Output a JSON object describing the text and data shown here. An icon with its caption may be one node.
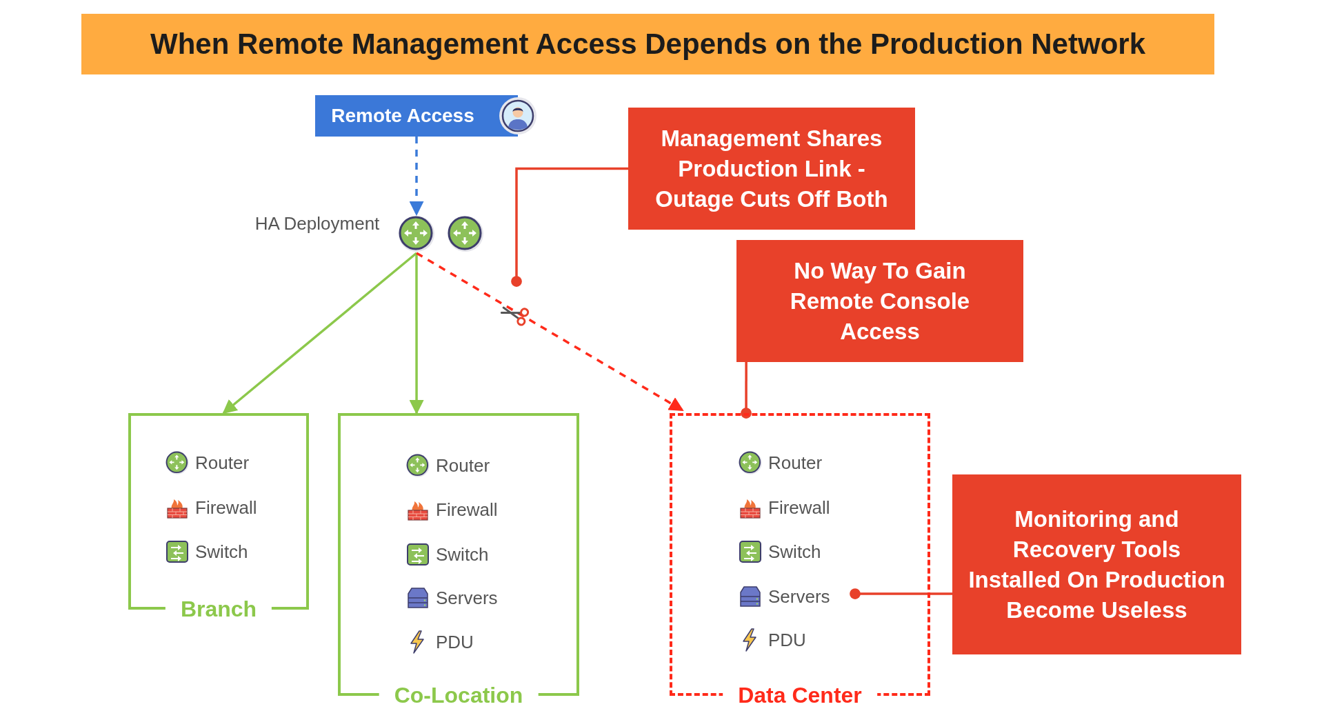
{
  "diagram": {
    "title": "When Remote Management Access Depends on the Production Network",
    "nodes": [
      {
        "text": [
          "Remote Access"
        ]
      },
      {
        "text": [],
        "shape": "circle",
        "beside": [
          "HA Deployment"
        ]
      },
      {
        "text": [],
        "shape": "circle"
      },
      {
        "text": [
          "Management Shares Production Link - Outage Cuts Off Both"
        ]
      },
      {
        "text": [
          "No Way To Gain Remote Console Access"
        ]
      },
      {
        "text": [
          "Branch"
        ]
      },
      {
        "text": [
          "Router"
        ],
        "in": 5
      },
      {
        "text": [
          "Firewall"
        ],
        "in": 5
      },
      {
        "text": [
          "Switch"
        ],
        "in": 5
      },
      {
        "text": [
          "Co-Location"
        ]
      },
      {
        "text": [
          "Router"
        ],
        "in": 9
      },
      {
        "text": [
          "Firewall"
        ],
        "in": 9
      },
      {
        "text": [
          "Switch"
        ],
        "in": 9
      },
      {
        "text": [
          "Servers"
        ],
        "in": 9
      },
      {
        "text": [
          "PDU"
        ],
        "in": 9
      },
      {
        "text": [
          "Data Center"
        ]
      },
      {
        "text": [
          "Router"
        ],
        "in": 15
      },
      {
        "text": [
          "Firewall"
        ],
        "in": 15
      },
      {
        "text": [
          "Switch"
        ],
        "in": 15
      },
      {
        "text": [
          "Servers"
        ],
        "in": 15
      },
      {
        "text": [
          "PDU"
        ],
        "in": 15
      },
      {
        "text": [
          "Monitoring and Recovery Tools Installed On Production Become Useless"
        ]
      }
    ],
    "edges": [
      {
        "from": 0,
        "to": 1,
        "arrow": "to",
        "style": "dashed",
        "color": "#3b7bd9"
      },
      {
        "from": 1,
        "to": 5,
        "arrow": "to",
        "color": "#8cc84b"
      },
      {
        "from": 1,
        "to": 9,
        "arrow": "to",
        "color": "#8cc84b"
      },
      {
        "from": 1,
        "to": 15,
        "arrow": "to",
        "style": "dashed",
        "color": "#ff2a1a"
      },
      {
        "from": 3,
        "to": null,
        "arrow": "other",
        "color": "#e8412a"
      },
      {
        "from": 4,
        "to": 15,
        "arrow": "other",
        "color": "#e8412a"
      },
      {
        "from": 21,
        "to": 19,
        "arrow": "other",
        "color": "#e8412a"
      }
    ]
  }
}
